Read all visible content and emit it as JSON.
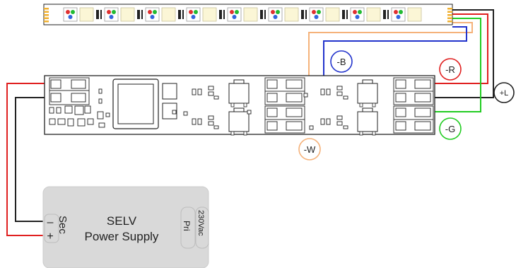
{
  "terminals": {
    "blue": {
      "label": "-B",
      "color": "#2233cc"
    },
    "red": {
      "label": "-R",
      "color": "#e02020"
    },
    "white": {
      "label": "-W",
      "color": "#f5b27a"
    },
    "green": {
      "label": "-G",
      "color": "#22cc22"
    },
    "common": {
      "label": "+L",
      "color": "#222222"
    }
  },
  "power_supply": {
    "title": "SELV",
    "subtitle": "Power Supply",
    "secondary_label": "Sec",
    "primary_label": "Pri",
    "input_label": "230Vac",
    "minus_sign": "–",
    "plus_sign": "+"
  },
  "colors": {
    "wire_positive": "#e02020",
    "wire_negative": "#222222",
    "wire_blue": "#2233cc",
    "wire_white": "#f5b27a",
    "wire_green": "#22cc22",
    "strip_white_led": "#fbf6d6",
    "strip_contact": "#f0b030",
    "rgb_red": "#e03030",
    "rgb_green": "#22bb33",
    "rgb_blue": "#3366dd",
    "psu_fill": "#d9d9d9",
    "board_outline": "#222222"
  },
  "strip": {
    "led_sequence": [
      "rgb",
      "white",
      "resistor",
      "rgb",
      "white",
      "resistor",
      "rgb",
      "white",
      "resistor",
      "rgb",
      "white",
      "resistor",
      "rgb",
      "white",
      "resistor",
      "rgb",
      "white",
      "resistor",
      "rgb",
      "white",
      "resistor",
      "rgb",
      "white",
      "resistor",
      "rgb",
      "white"
    ]
  }
}
